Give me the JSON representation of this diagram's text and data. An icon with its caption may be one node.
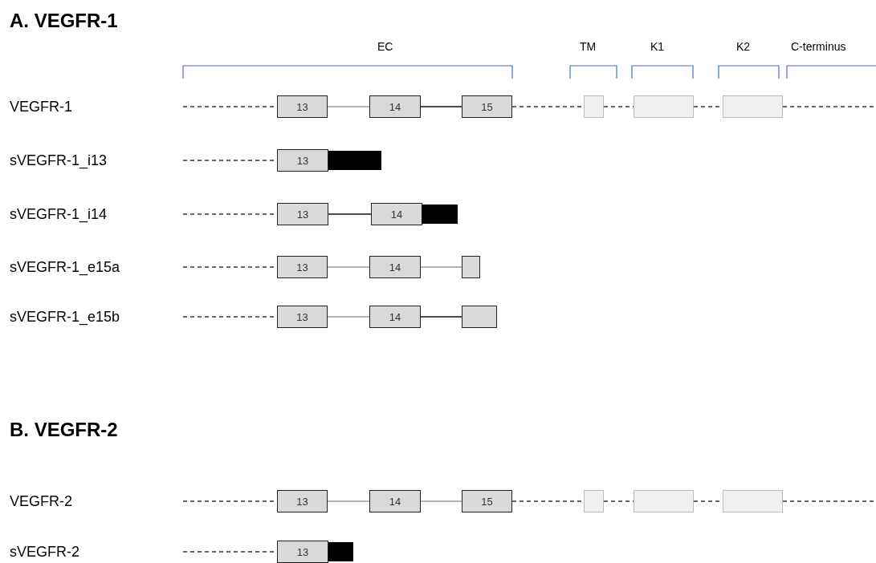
{
  "diagram": {
    "nodes": [
      {
        "text": [
          "13"
        ]
      },
      {
        "text": [
          "14"
        ]
      },
      {
        "text": [
          "15"
        ]
      },
      {
        "text": [],
        "shape": "box"
      },
      {
        "text": [],
        "shape": "box"
      },
      {
        "text": [],
        "shape": "box"
      },
      {
        "text": [
          "13"
        ]
      },
      {
        "text": [],
        "shape": "bar"
      },
      {
        "text": [
          "13"
        ]
      },
      {
        "text": [
          "14"
        ]
      },
      {
        "text": [],
        "shape": "bar"
      },
      {
        "text": [
          "13"
        ]
      },
      {
        "text": [
          "14"
        ]
      },
      {
        "text": [],
        "shape": "box"
      },
      {
        "text": [
          "13"
        ]
      },
      {
        "text": [
          "14"
        ]
      },
      {
        "text": [],
        "shape": "box"
      },
      {
        "text": [
          "13"
        ]
      },
      {
        "text": [
          "14"
        ]
      },
      {
        "text": [
          "15"
        ]
      },
      {
        "text": [],
        "shape": "box"
      },
      {
        "text": [],
        "shape": "box"
      },
      {
        "text": [],
        "shape": "box"
      },
      {
        "text": [
          "13"
        ]
      },
      {
        "text": [],
        "shape": "bar"
      }
    ],
    "edges": [
      {
        "from": null,
        "to": 0,
        "arrow": "none",
        "style": "dashed"
      },
      {
        "from": 0,
        "to": 1,
        "arrow": "none",
        "color": "#999999"
      },
      {
        "from": 1,
        "to": 2,
        "arrow": "none"
      },
      {
        "from": 2,
        "to": 3,
        "arrow": "none",
        "style": "dashed"
      },
      {
        "from": 3,
        "to": 4,
        "arrow": "none",
        "style": "dashed"
      },
      {
        "from": 4,
        "to": 5,
        "arrow": "none",
        "style": "dashed"
      },
      {
        "from": 5,
        "to": null,
        "arrow": "none",
        "style": "dashed"
      },
      {
        "from": null,
        "to": 6,
        "arrow": "none",
        "style": "dashed"
      },
      {
        "from": null,
        "to": 8,
        "arrow": "none",
        "style": "dashed"
      },
      {
        "from": 8,
        "to": 9,
        "arrow": "none"
      },
      {
        "from": null,
        "to": 11,
        "arrow": "none",
        "style": "dashed"
      },
      {
        "from": 11,
        "to": 12,
        "arrow": "none",
        "color": "#999999"
      },
      {
        "from": 12,
        "to": 13,
        "arrow": "none",
        "color": "#999999"
      },
      {
        "from": null,
        "to": 14,
        "arrow": "none",
        "style": "dashed"
      },
      {
        "from": 14,
        "to": 15,
        "arrow": "none",
        "color": "#999999"
      },
      {
        "from": 15,
        "to": 16,
        "arrow": "none"
      },
      {
        "from": null,
        "to": 17,
        "arrow": "none",
        "style": "dashed"
      },
      {
        "from": 17,
        "to": 18,
        "arrow": "none",
        "color": "#999999"
      },
      {
        "from": 18,
        "to": 19,
        "arrow": "none",
        "color": "#999999"
      },
      {
        "from": 19,
        "to": 20,
        "arrow": "none",
        "style": "dashed"
      },
      {
        "from": 20,
        "to": 21,
        "arrow": "none",
        "style": "dashed"
      },
      {
        "from": 21,
        "to": 22,
        "arrow": "none",
        "style": "dashed"
      },
      {
        "from": 22,
        "to": null,
        "arrow": "none",
        "style": "dashed"
      },
      {
        "from": null,
        "to": 23,
        "arrow": "none",
        "style": "dashed"
      }
    ],
    "labels": [
      "A. VEGFR-1",
      "EC",
      "TM",
      "K1",
      "K2",
      "C-terminus",
      "VEGFR-1",
      "sVEGFR-1_i13",
      "sVEGFR-1_i14",
      "sVEGFR-1_e15a",
      "sVEGFR-1_e15b",
      "B. VEGFR-2",
      "VEGFR-2",
      "sVEGFR-2"
    ]
  }
}
